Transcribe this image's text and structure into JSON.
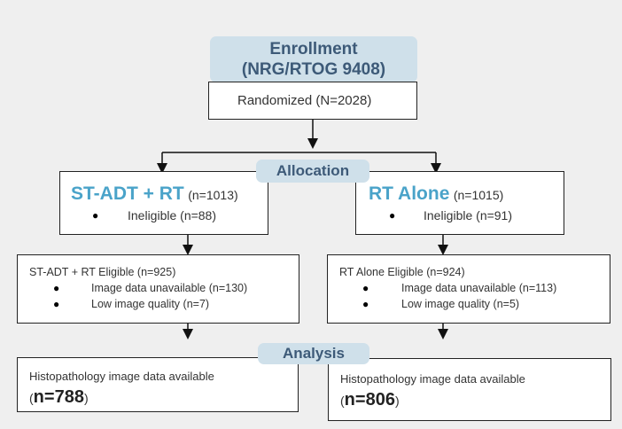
{
  "enrollment": {
    "title_line1": "Enrollment",
    "title_line2": "(NRG/RTOG 9408)",
    "randomized": "Randomized (N=2028)"
  },
  "allocation": {
    "label": "Allocation",
    "left": {
      "name": "ST-ADT + RT",
      "count": "(n=1013)",
      "bullet": "●",
      "ineligible": "Ineligible (n=88)"
    },
    "right": {
      "name": "RT Alone",
      "count": "(n=1015)",
      "bullet": "●",
      "ineligible": "Ineligible (n=91)"
    }
  },
  "eligible": {
    "left": {
      "title": "ST-ADT + RT Eligible (n=925)",
      "items": [
        "Image data unavailable (n=130)",
        "Low image quality (n=7)"
      ]
    },
    "right": {
      "title": "RT Alone Eligible (n=924)",
      "items": [
        "Image data unavailable (n=113)",
        "Low image quality (n=5)"
      ]
    },
    "bullet": "●"
  },
  "analysis": {
    "label": "Analysis",
    "left": {
      "text": "Histopathology image data available",
      "open": "(",
      "n": "n=788",
      "close": ")"
    },
    "right": {
      "text": "Histopathology image data available",
      "open": "(",
      "n": "n=806",
      "close": ")"
    }
  },
  "colors": {
    "header_bg": "#cfe0ea",
    "header_text": "#3d5a78",
    "arm_title": "#4aa3c9",
    "background": "#efefef"
  }
}
